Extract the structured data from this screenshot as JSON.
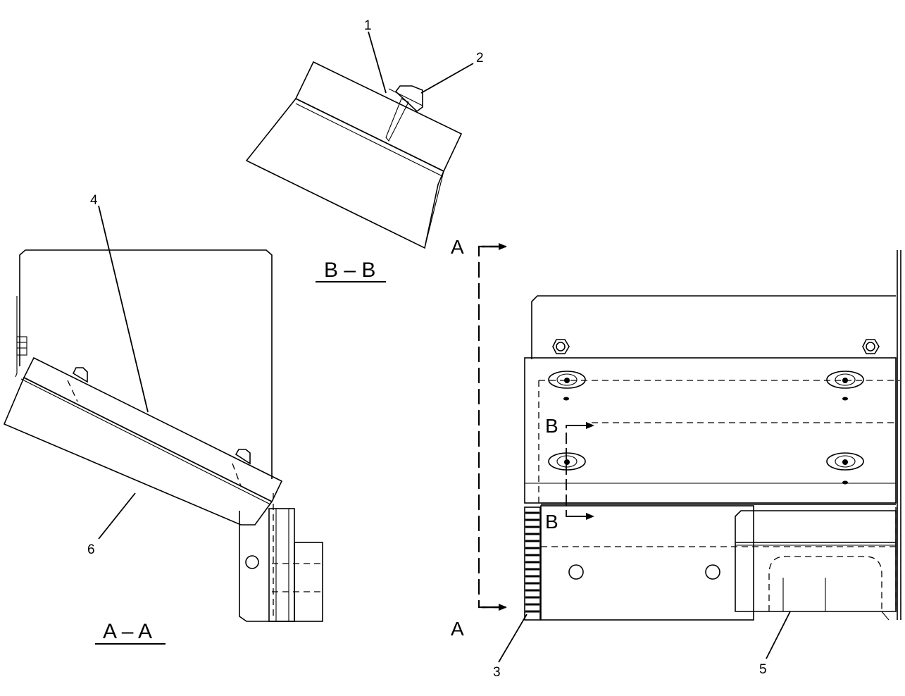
{
  "views": {
    "section_bb": "B – B",
    "section_aa": "A – A"
  },
  "callouts": [
    "1",
    "2",
    "3",
    "4",
    "5",
    "6"
  ],
  "section_markers": {
    "a_top": "A",
    "a_bottom": "A",
    "b_top": "B",
    "b_bottom": "B"
  }
}
